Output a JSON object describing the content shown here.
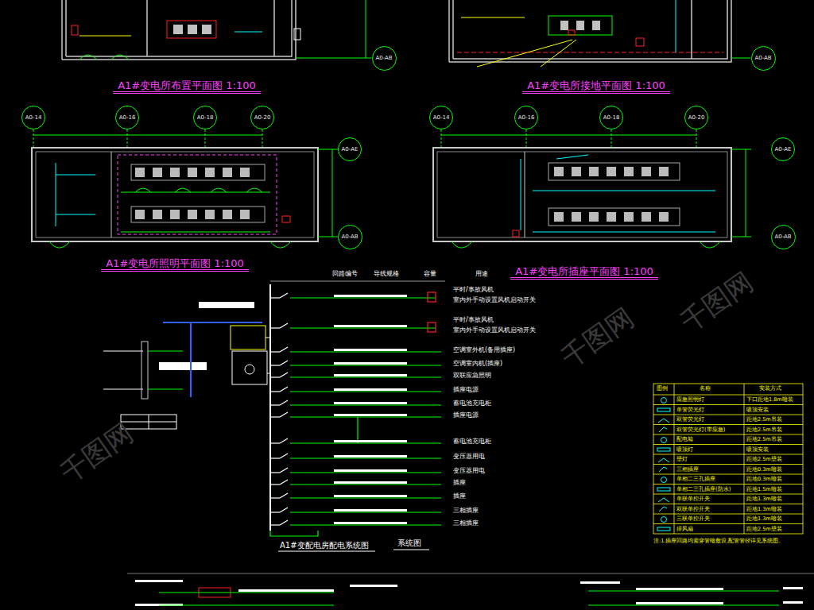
{
  "diagram": {
    "nodes": [
      {
        "text": [
          "A1#变电所布置平面图 1:100"
        ]
      },
      {
        "text": [
          "A1#变电所接地平面图 1:100"
        ]
      },
      {
        "text": [
          "A1#变电所照明平面图 1:100"
        ]
      },
      {
        "text": [
          "A1#变电所插座平面图 1:100"
        ]
      },
      {
        "text": [
          "A0-AB"
        ]
      },
      {
        "text": [
          "A0-AB"
        ]
      },
      {
        "text": [
          "A0-14"
        ]
      },
      {
        "text": [
          "A0-16"
        ]
      },
      {
        "text": [
          "A0-18"
        ]
      },
      {
        "text": [
          "A0-20"
        ]
      },
      {
        "text": [
          "A0-AE"
        ]
      },
      {
        "text": [
          "A0-AB"
        ]
      },
      {
        "text": [
          "A0-14"
        ]
      },
      {
        "text": [
          "A0-16"
        ]
      },
      {
        "text": [
          "A0-18"
        ]
      },
      {
        "text": [
          "A0-20"
        ]
      },
      {
        "text": [
          "A0-AE"
        ]
      },
      {
        "text": [
          "A0-AB"
        ]
      }
    ],
    "labels": [
      "回路编号",
      "导线规格",
      "容量",
      "用途",
      "平时/事故风机",
      "室内外手动设置风机启动开关",
      "平时/事故风机",
      "室内外手动设置风机启动开关",
      "空调室外机(备用插座)",
      "空调室内机(插座)",
      "双联应急照明",
      "插座电源",
      "蓄电池充电柜",
      "插座电源",
      "蓄电池充电柜",
      "变压器用电",
      "变压器用电",
      "插座",
      "插座",
      "三相插座",
      "三相插座",
      "A1#变配电房配电系统图",
      "系统图",
      "图例",
      "名称",
      "安装方式",
      "下口距地1.8m暗装",
      "吸顶安装",
      "距地2.5m吊装",
      "距地2.5m吊装",
      "距地2.5m吊装",
      "吸顶安装",
      "距地2.5m壁装",
      "距地0.3m暗装",
      "距地0.3m暗装",
      "距地1.5m暗装",
      "距地1.3m暗装",
      "距地1.3m暗装",
      "距地1.3m暗装",
      "距地2.5m壁装",
      "注:1.插座回路均需穿管暗敷设,配管管径详见系统图。",
      "千图网",
      "千图网",
      "千图网"
    ],
    "legend": [
      {
        "text": "应急照明灯"
      },
      {
        "text": "单管荧光灯"
      },
      {
        "text": "双管荧光灯"
      },
      {
        "text": "双管荧光灯(带应急)"
      },
      {
        "text": "配电箱"
      },
      {
        "text": "吸顶灯"
      },
      {
        "text": "壁灯"
      },
      {
        "text": "三相插座"
      },
      {
        "text": "单相二三孔插座"
      },
      {
        "text": "单相二三孔插座(防水)"
      },
      {
        "text": "单联单控开关"
      },
      {
        "text": "双联单控开关"
      },
      {
        "text": "三联单控开关"
      },
      {
        "text": "排风扇"
      }
    ]
  }
}
